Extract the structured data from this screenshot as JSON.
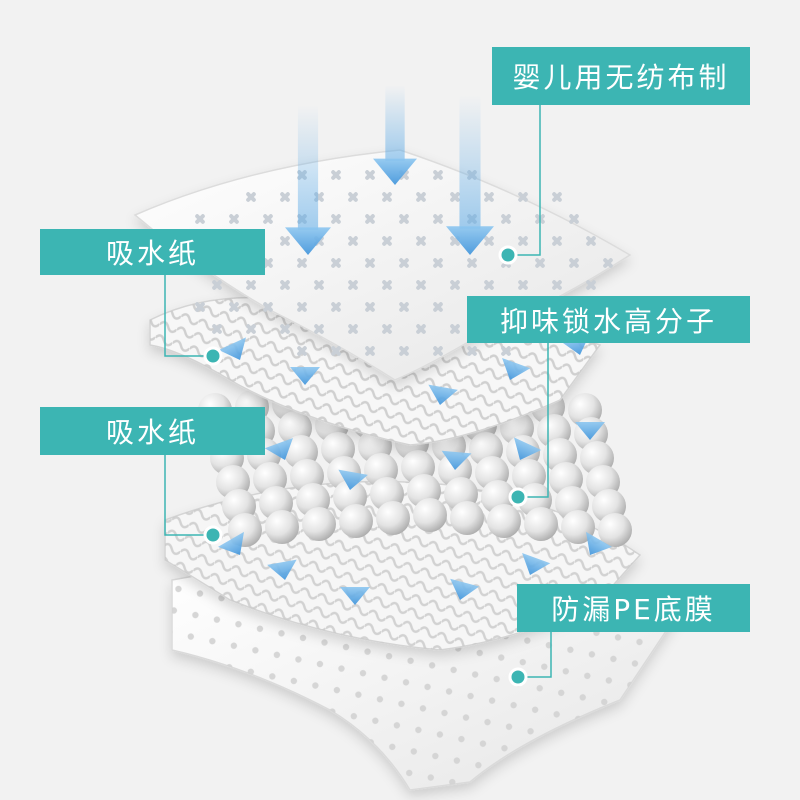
{
  "colors": {
    "background": "#f2f2f2",
    "label_fill": "#3cb5b3",
    "connector": "#3cb5b3",
    "arrow": "#5aa9e6"
  },
  "labels": {
    "nonwoven": "婴儿用无纺布制",
    "tissue_upper": "吸水纸",
    "polymer": "抑味锁水高分子",
    "tissue_lower": "吸水纸",
    "pe_film": "防漏PE底膜"
  }
}
